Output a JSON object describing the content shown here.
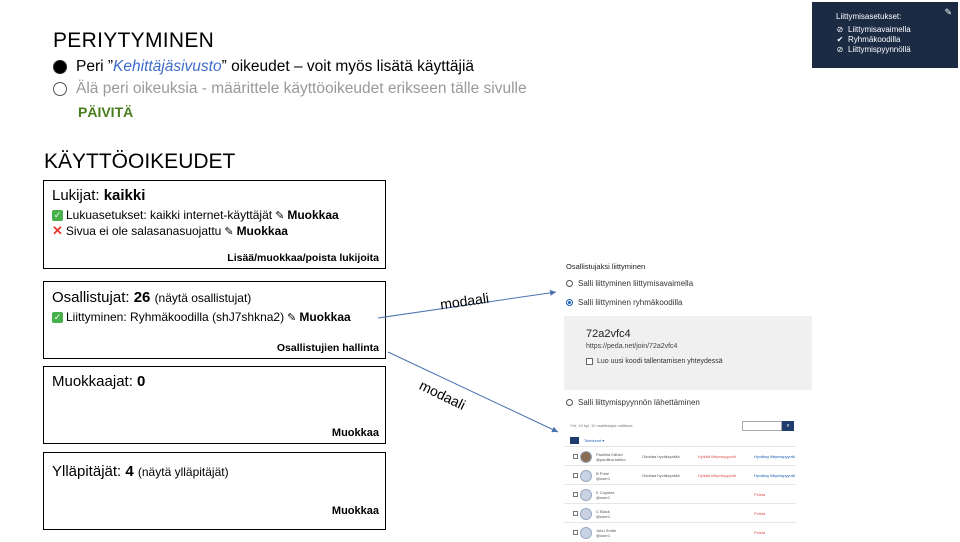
{
  "panel": {
    "header": "Liittymisasetukset:",
    "items": [
      {
        "icon": "⊘",
        "label": "Liittymisavaimella"
      },
      {
        "icon": "✔",
        "label": "Ryhmäkoodilla"
      },
      {
        "icon": "⊘",
        "label": "Liittymispyynnöllä"
      }
    ]
  },
  "inherit": {
    "title": "PERIYTYMINEN",
    "option1_pre": "Peri ”",
    "option1_em": "Kehittäjäsivusto",
    "option1_post": "” oikeudet – voit myös lisätä käyttäjiä",
    "option2": "Älä peri oikeuksia - määrittele käyttöoikeudet erikseen tälle sivulle",
    "update": "PÄIVITÄ"
  },
  "rights": {
    "title": "KÄYTTÖOIKEUDET",
    "readers": {
      "label": "Lukijat: ",
      "value": "kaikki",
      "line1": "Lukuasetukset: kaikki internet-käyttäjät",
      "line2": "Sivua ei ole salasanasuojattu",
      "edit": "Muokkaa",
      "action": "Lisää/muokkaa/poista lukijoita"
    },
    "participants": {
      "label": "Osallistujat: ",
      "value": "26",
      "show": "(näytä osallistujat)",
      "line1": "Liittyminen: Ryhmäkoodilla (shJ7shkna2)",
      "edit": "Muokkaa",
      "action": "Osallistujien hallinta"
    },
    "editors": {
      "label": "Muokkaajat: ",
      "value": "0",
      "action": "Muokkaa"
    },
    "admins": {
      "label": "Ylläpitäjät: ",
      "value": "4",
      "show": "(näytä ylläpitäjät)",
      "action": "Muokkaa"
    }
  },
  "annotations": {
    "arrow1": "modaali",
    "arrow2": "modaali"
  },
  "modal": {
    "title": "Osallistujaksi liittyminen",
    "opt1": "Salli liittyminen liittymisavaimella",
    "opt2": "Salli liittyminen ryhmäkoodilla",
    "code": "72a2vfc4",
    "url": "https://peda.net/join/72a2vfc4",
    "regen": "Luo uusi koodi tallentamisen yhteydessä",
    "opt3": "Salli liittymispyynnön lähettäminen",
    "list_count": "Yht. 19 kpl. 10 osallistujaa valittuna",
    "bulk": "Toiminnot ▾",
    "rows": [
      {
        "name": "Pauliina Kähkö",
        "user": "@pauliina.kahko",
        "status": "Odottaa hyväksyntää",
        "reject": "Hylkää liittymispyyntö",
        "accept": "Hyväksy liittymispyyntö"
      },
      {
        "name": "B Puhe",
        "user": "@user1",
        "status": "Odottaa hyväksyntää",
        "reject": "Hylkää liittymispyyntö",
        "accept": "Hyväksy liittymispyyntö"
      },
      {
        "name": "K Coyotes",
        "user": "@user1",
        "remove": "Poista"
      },
      {
        "name": "C Black",
        "user": "@user1",
        "remove": "Poista"
      },
      {
        "name": "John Smith",
        "user": "@user1",
        "remove": "Poista"
      }
    ]
  },
  "colors": {
    "panel_bg": "#1b2b44",
    "italic_link": "#3d6dcc",
    "update_green": "#4a7d1c",
    "arrow_blue": "#4a72b0",
    "reject_red": "#d9534f",
    "accept_blue": "#1a5fb4"
  }
}
